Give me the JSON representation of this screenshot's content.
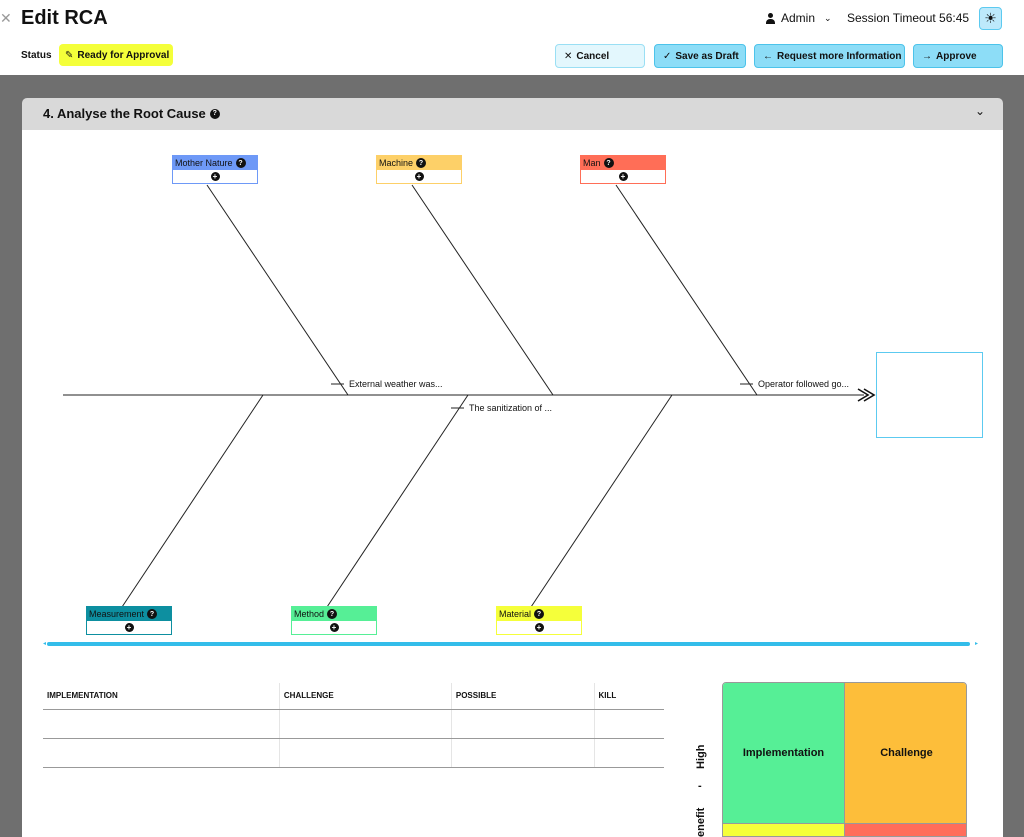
{
  "header": {
    "back_icon": "close-icon",
    "title": "Edit RCA",
    "user": "Admin",
    "session": "Session Timeout 56:45",
    "theme_icon": "sun-icon"
  },
  "status": {
    "label": "Status",
    "badge": "Ready for Approval",
    "badge_color": "#f4ff3a"
  },
  "actions": {
    "cancel": "Cancel",
    "save_draft": "Save as Draft",
    "request_info": "Request more Information",
    "approve": "Approve"
  },
  "panel": {
    "title": "4. Analyse the Root Cause"
  },
  "fishbone": {
    "categories": [
      {
        "label": "Mother Nature",
        "color": "#6e99f7"
      },
      {
        "label": "Machine",
        "color": "#fdd068"
      },
      {
        "label": "Man",
        "color": "#ff6e57"
      },
      {
        "label": "Measurement",
        "color": "#0d8fa0"
      },
      {
        "label": "Method",
        "color": "#56ef96"
      },
      {
        "label": "Material",
        "color": "#f5ff3a"
      }
    ],
    "causes": [
      "External weather was...",
      "The sanitization of ...",
      "Operator followed go..."
    ]
  },
  "solutions_table": {
    "columns": [
      "IMPLEMENTATION",
      "CHALLENGE",
      "POSSIBLE",
      "KILL"
    ],
    "rows": [
      [
        "",
        "",
        "",
        ""
      ],
      [
        "",
        "",
        "",
        ""
      ]
    ]
  },
  "matrix": {
    "axis_high": "High",
    "axis_dash": "-",
    "axis_benefit": "enefit",
    "implementation": "Implementation",
    "challenge": "Challenge"
  }
}
